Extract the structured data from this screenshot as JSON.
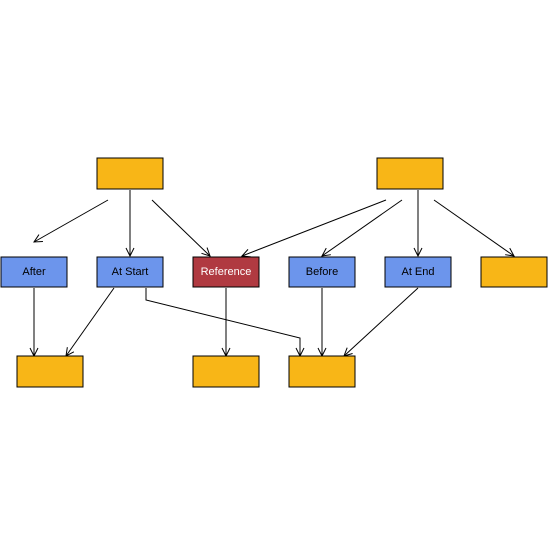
{
  "colors": {
    "placeholder": "#F8B617",
    "action": "#6C95EC",
    "reference": "#B03A41",
    "label_on_action": "#000000",
    "label_on_reference": "#ffffff",
    "edge": "#000000"
  },
  "nodes": [
    {
      "id": "top-left",
      "label": "",
      "kind": "placeholder"
    },
    {
      "id": "top-right",
      "label": "",
      "kind": "placeholder"
    },
    {
      "id": "after",
      "label": "After",
      "kind": "action"
    },
    {
      "id": "at-start",
      "label": "At Start",
      "kind": "action"
    },
    {
      "id": "reference",
      "label": "Reference",
      "kind": "reference"
    },
    {
      "id": "before",
      "label": "Before",
      "kind": "action"
    },
    {
      "id": "at-end",
      "label": "At End",
      "kind": "action"
    },
    {
      "id": "mid-right",
      "label": "",
      "kind": "placeholder"
    },
    {
      "id": "bottom-left",
      "label": "",
      "kind": "placeholder"
    },
    {
      "id": "bottom-middle",
      "label": "",
      "kind": "placeholder"
    },
    {
      "id": "bottom-right",
      "label": "",
      "kind": "placeholder"
    }
  ],
  "edges": [
    {
      "from": "top-left",
      "to": "after"
    },
    {
      "from": "top-left",
      "to": "at-start"
    },
    {
      "from": "top-left",
      "to": "reference"
    },
    {
      "from": "top-right",
      "to": "reference"
    },
    {
      "from": "top-right",
      "to": "before"
    },
    {
      "from": "top-right",
      "to": "at-end"
    },
    {
      "from": "top-right",
      "to": "mid-right"
    },
    {
      "from": "after",
      "to": "bottom-left"
    },
    {
      "from": "at-start",
      "to": "bottom-left"
    },
    {
      "from": "at-start",
      "to": "bottom-right"
    },
    {
      "from": "reference",
      "to": "bottom-middle"
    },
    {
      "from": "before",
      "to": "bottom-right"
    },
    {
      "from": "at-end",
      "to": "bottom-right"
    }
  ]
}
